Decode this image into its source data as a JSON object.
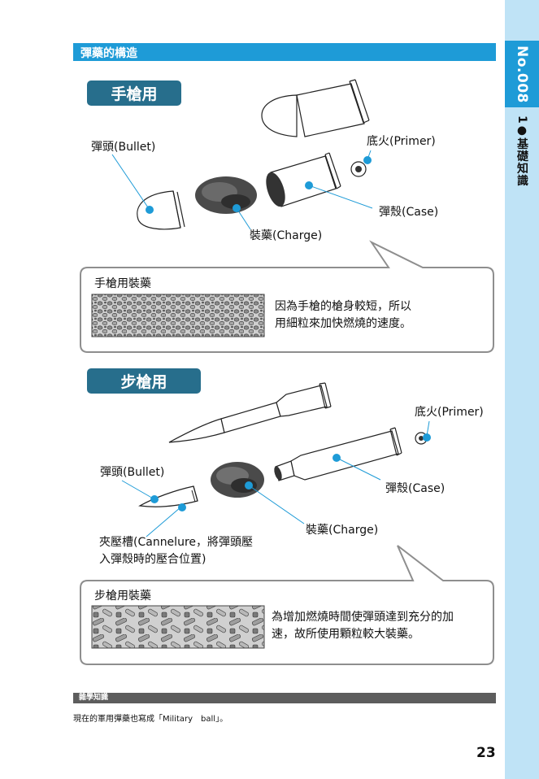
{
  "sidebar": {
    "number": "No.008",
    "category": "1●基礎知識"
  },
  "header": {
    "title": "彈藥的構造"
  },
  "pistol": {
    "section": "手槍用",
    "labels": {
      "bullet": "彈頭(Bullet)",
      "primer": "底火(Primer)",
      "case": "彈殼(Case)",
      "charge": "裝藥(Charge)"
    },
    "box": {
      "title": "手槍用裝藥",
      "desc_line1": "因為手槍的槍身較短，所以",
      "desc_line2": "用細粒來加快燃燒的速度。"
    }
  },
  "rifle": {
    "section": "步槍用",
    "labels": {
      "primer": "底火(Primer)",
      "bullet": "彈頭(Bullet)",
      "case": "彈殼(Case)",
      "charge": "裝藥(Charge)",
      "cannelure_line1": "夾壓槽(Cannelure，將彈頭壓",
      "cannelure_line2": "入彈殼時的壓合位置)"
    },
    "box": {
      "title": "步槍用裝藥",
      "desc_line1": "為增加燃燒時間使彈頭達到充分的加",
      "desc_line2": "速，故所使用顆粒較大裝藥。"
    }
  },
  "footer": {
    "fact_title": "雜學知識",
    "fact_text": "現在的軍用彈藥也寫成「Military　ball」。",
    "page_number": "23"
  },
  "colors": {
    "accent": "#1e9bd7",
    "badge": "#276e8c",
    "sidebar": "#bfe3f6"
  }
}
